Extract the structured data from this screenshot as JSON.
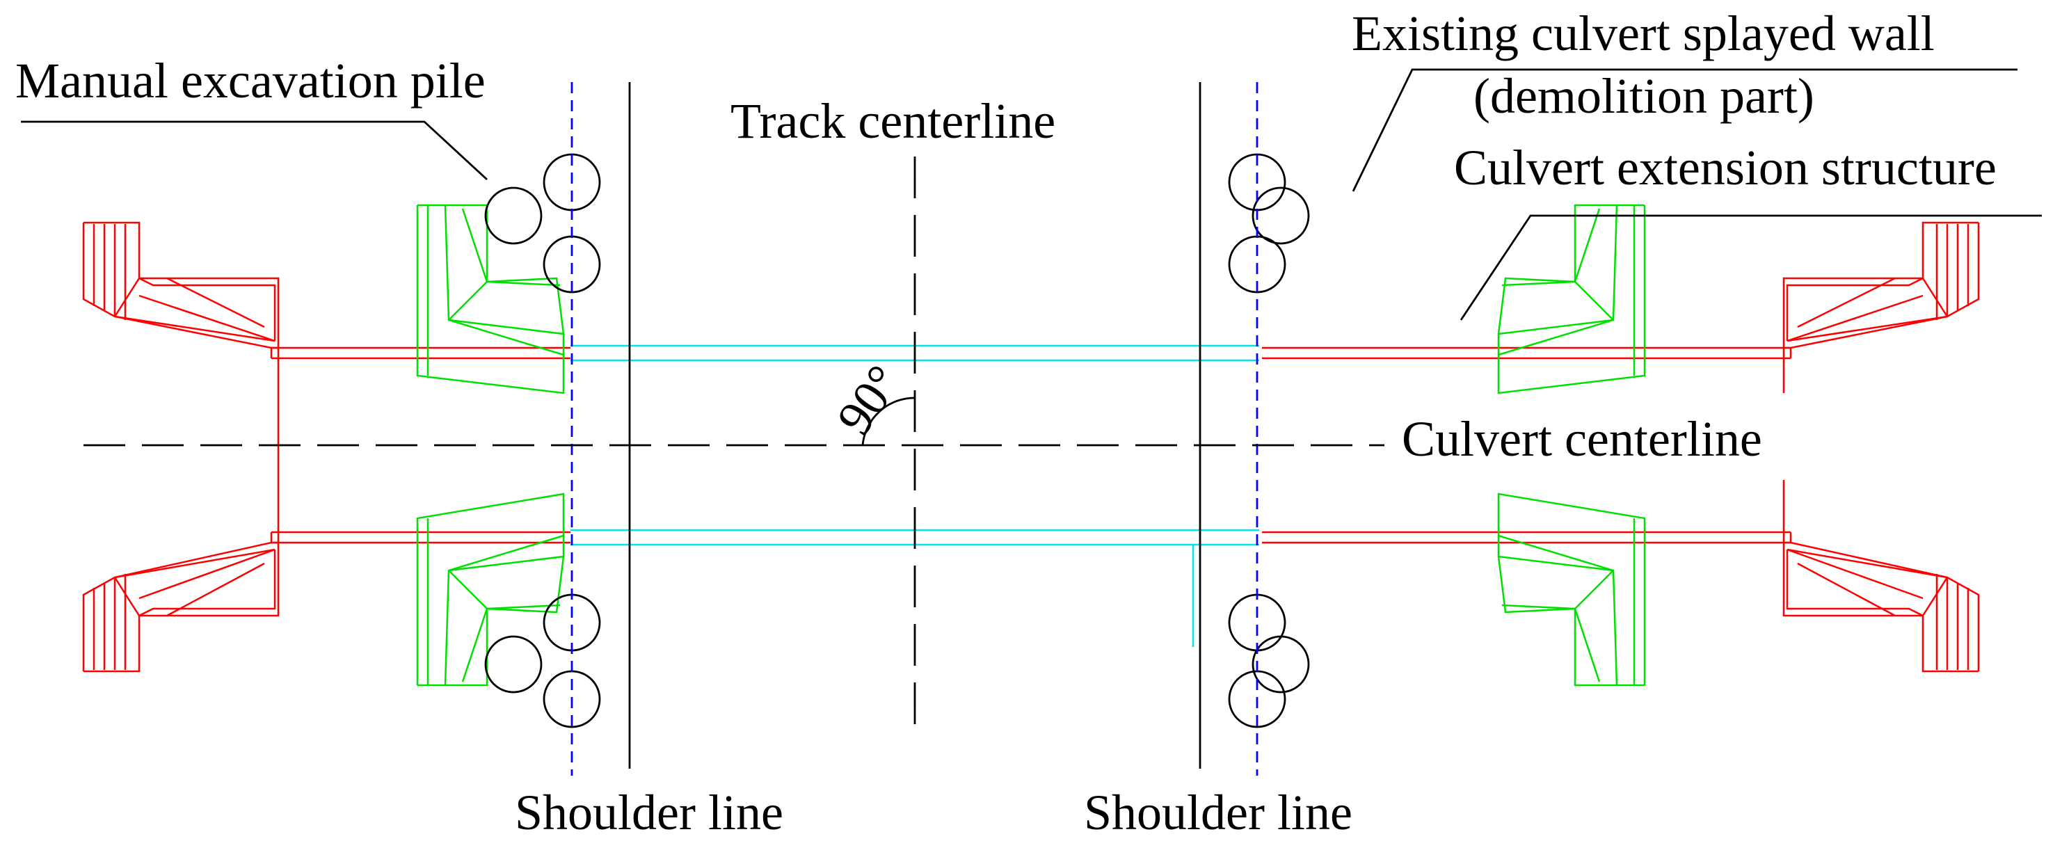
{
  "labels": {
    "manual_pile": "Manual excavation pile",
    "existing_wall_line1": "Existing culvert splayed wall",
    "existing_wall_line2": "(demolition part)",
    "track_centerline": "Track centerline",
    "extension_structure": "Culvert extension structure",
    "angle": "90°",
    "culvert_centerline": "Culvert  centerline",
    "shoulder_left": "Shoulder line",
    "shoulder_right": "Shoulder line"
  },
  "colors": {
    "extension_structure": "#ff0000",
    "existing_wall": "#00e000",
    "existing_culvert": "#00e5ee",
    "pile_axis": "#0000ff",
    "lines": "#000000"
  }
}
